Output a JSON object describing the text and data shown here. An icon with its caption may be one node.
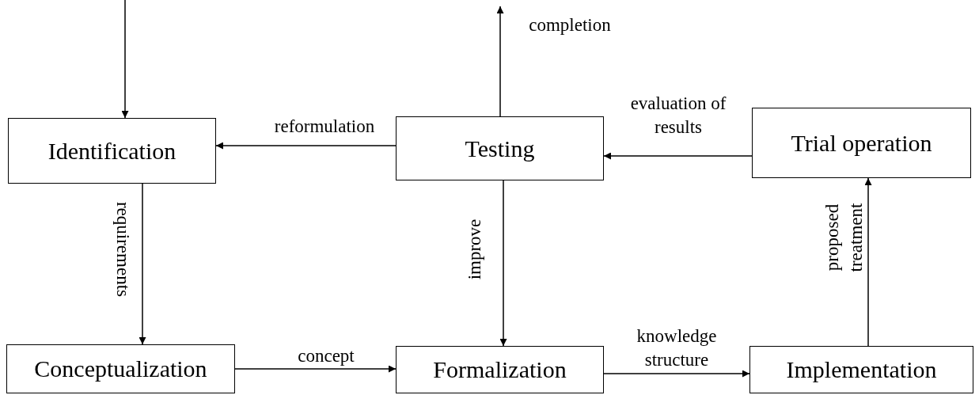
{
  "diagram": {
    "nodes": [
      {
        "text": [
          "Identification"
        ]
      },
      {
        "text": [
          "Testing"
        ]
      },
      {
        "text": [
          "Trial operation"
        ]
      },
      {
        "text": [
          "Conceptualization"
        ]
      },
      {
        "text": [
          "Formalization"
        ]
      },
      {
        "text": [
          "Implementation"
        ]
      }
    ],
    "edges": [
      {
        "from": null,
        "to": 0,
        "arrow": "to"
      },
      {
        "from": 1,
        "to": null,
        "arrow": "to",
        "label": "completion"
      },
      {
        "from": 1,
        "to": 0,
        "arrow": "to",
        "label": "reformulation"
      },
      {
        "from": 2,
        "to": 1,
        "arrow": "to",
        "label": "evaluation of results"
      },
      {
        "from": 0,
        "to": 3,
        "arrow": "to",
        "label": "requirements"
      },
      {
        "from": 1,
        "to": 4,
        "arrow": "to",
        "label": "improve"
      },
      {
        "from": 3,
        "to": 4,
        "arrow": "to",
        "label": "concept"
      },
      {
        "from": 4,
        "to": 5,
        "arrow": "to",
        "label": "knowledge structure"
      },
      {
        "from": 5,
        "to": 2,
        "arrow": "to",
        "label": "proposed treatment"
      }
    ]
  }
}
